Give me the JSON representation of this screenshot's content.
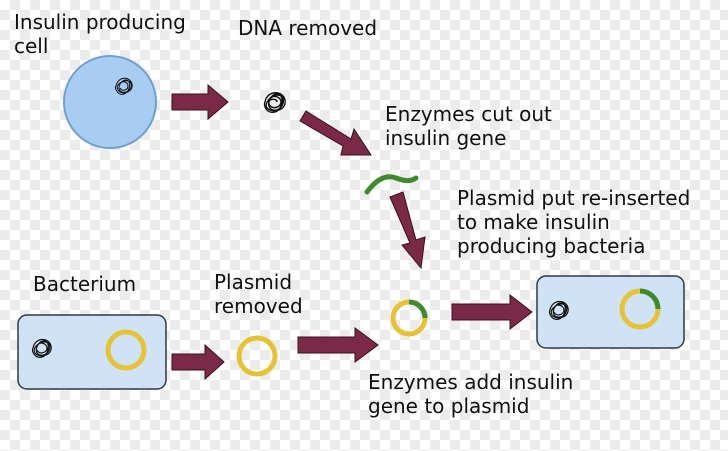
{
  "labels": {
    "insulin_cell": "Insulin producing\ncell",
    "dna_removed": "DNA removed",
    "enzymes_cut": "Enzymes cut out\ninsulin gene",
    "plasmid_reinserted": "Plasmid put re-inserted\nto make insulin\nproducing bacteria",
    "bacterium": "Bacterium",
    "plasmid_removed": "Plasmid\nremoved",
    "enzymes_add": "Enzymes add insulin\ngene to plasmid"
  },
  "colors": {
    "cell_fill": "#a9cdf1",
    "cell_stroke": "#6f9fd3",
    "bacterium_fill": "#cfe3f4",
    "bacterium_stroke": "#2b3a4a",
    "arrow": "#7a2a47",
    "plasmid": "#e6c234",
    "gene": "#3f8a2f",
    "dna": "#111111"
  },
  "icons": [
    "dna-tangle-icon",
    "plasmid-ring-icon",
    "insulin-gene-icon",
    "arrow-icon"
  ]
}
